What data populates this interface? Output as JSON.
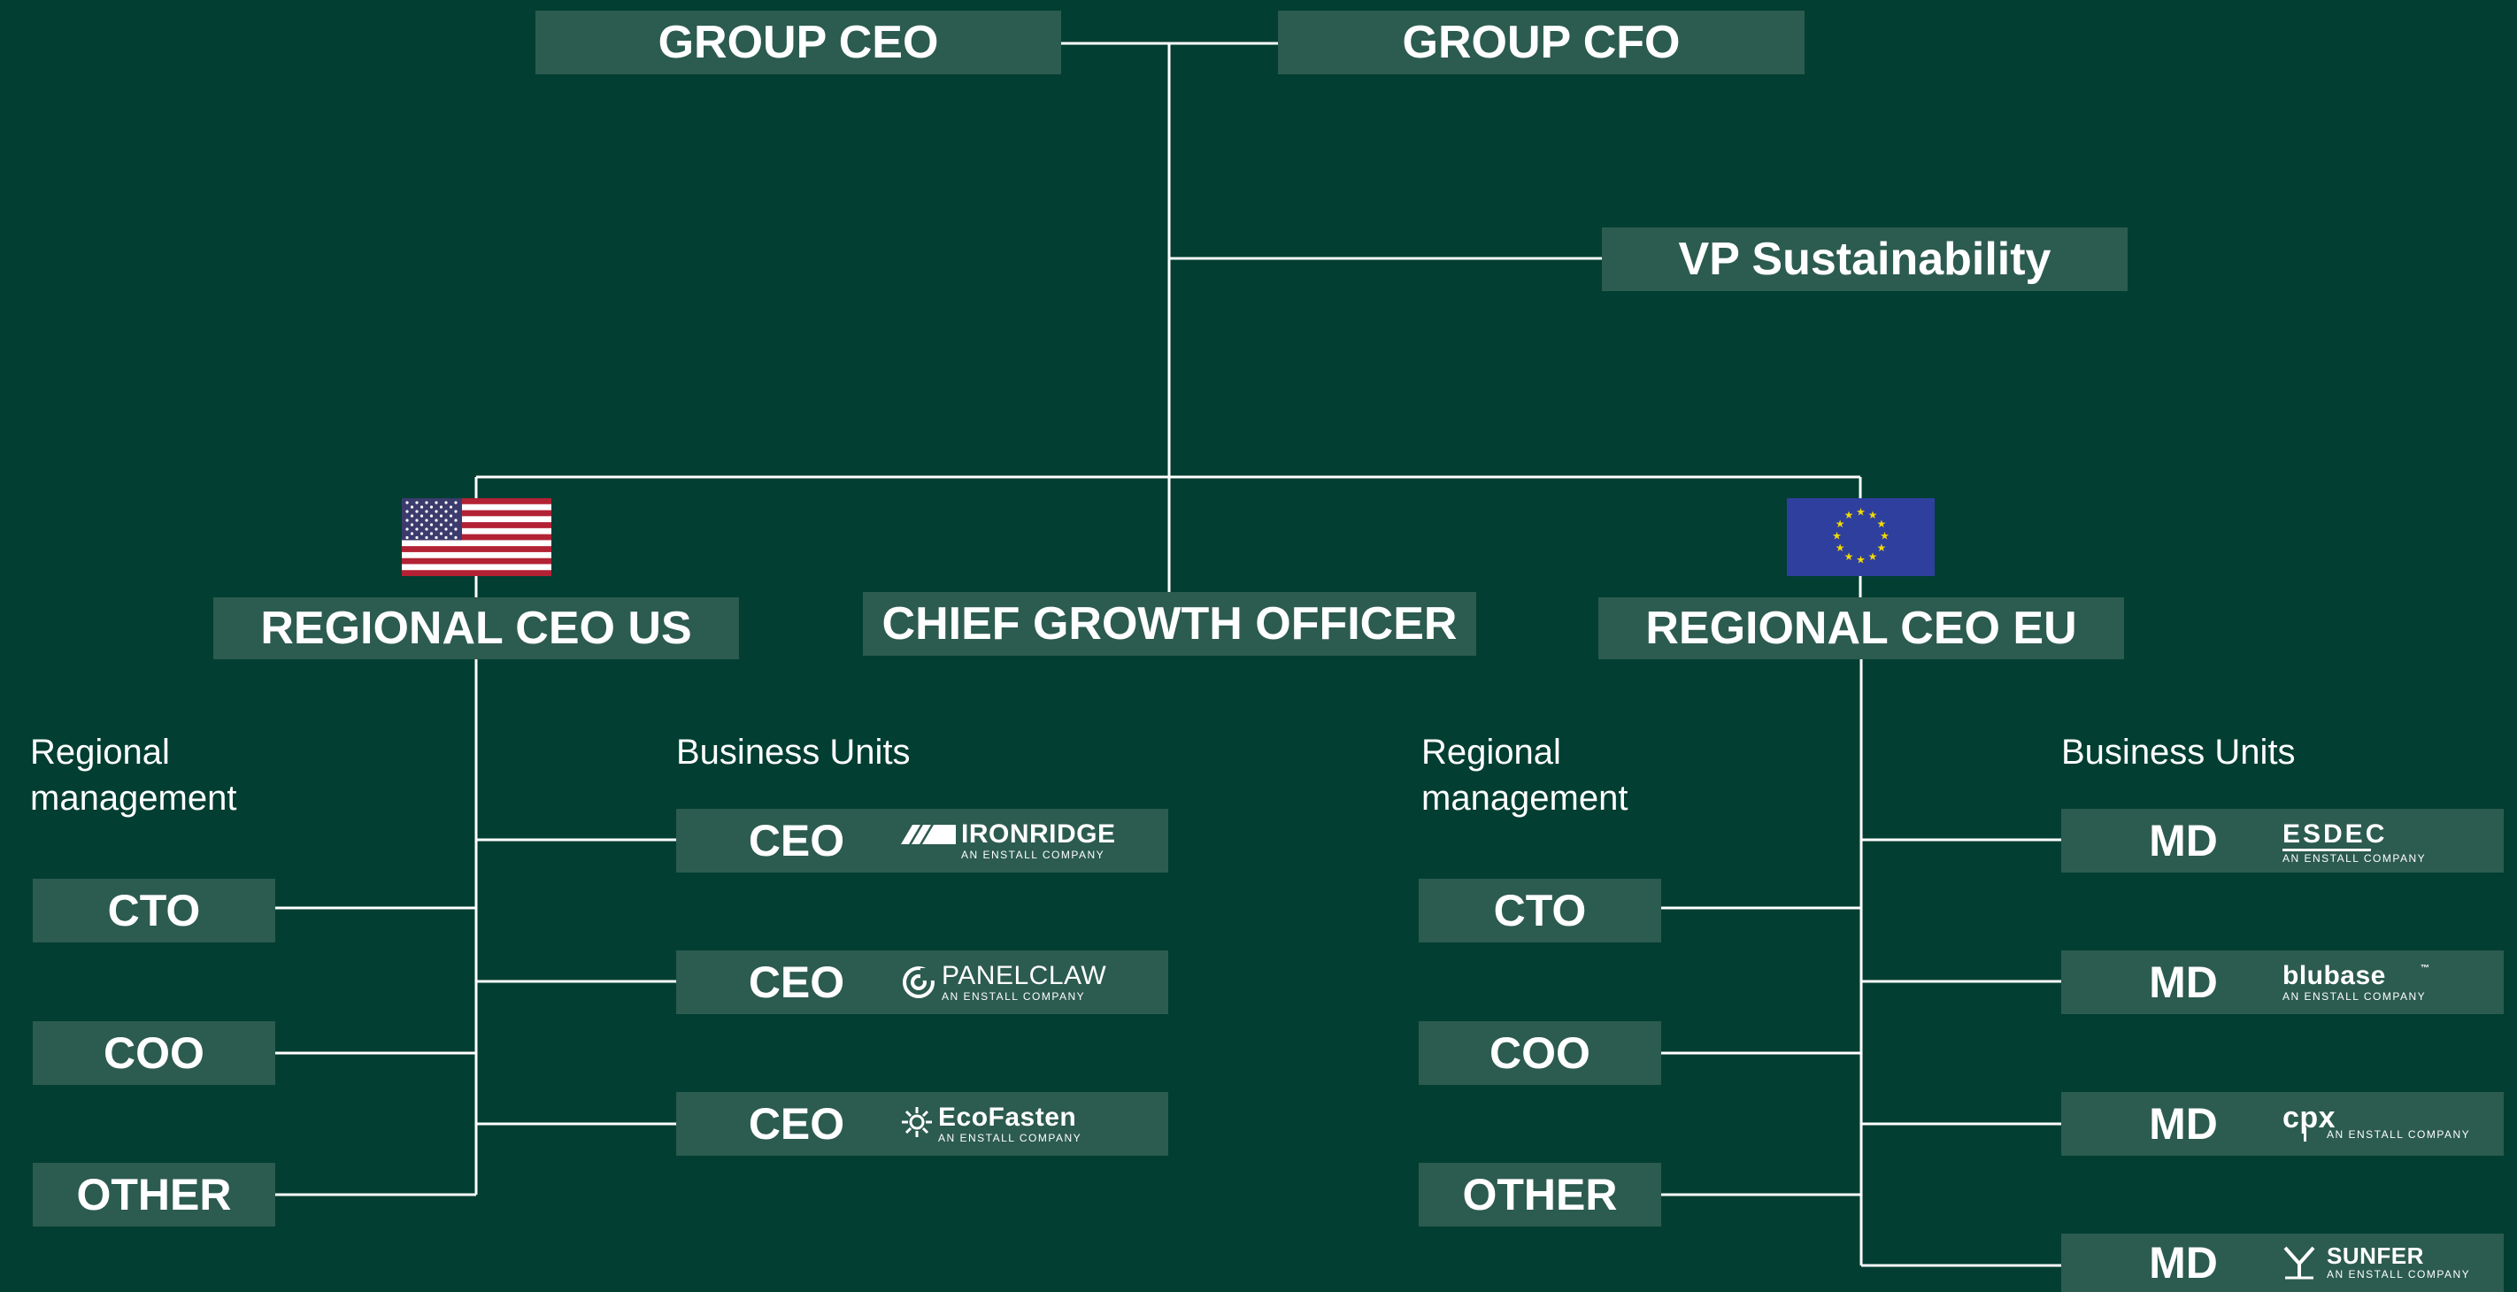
{
  "colors": {
    "background": "#023e32",
    "box": "#2c5b4f",
    "line": "#ffffff",
    "text": "#ffffff"
  },
  "top": {
    "group_ceo": "GROUP CEO",
    "group_cfo": "GROUP CFO",
    "vp_sustainability": "VP Sustainability",
    "chief_growth_officer": "CHIEF GROWTH OFFICER"
  },
  "us": {
    "title": "REGIONAL CEO US",
    "flag_icon": "us-flag-icon",
    "regional_management_label": "Regional\nmanagement",
    "business_units_label": "Business Units",
    "management": [
      "CTO",
      "COO",
      "OTHER"
    ],
    "units": [
      {
        "role": "CEO",
        "logo": "IRONRIDGE",
        "logo_mark": "ironridge-logo-icon",
        "tagline": "AN ENSTALL COMPANY"
      },
      {
        "role": "CEO",
        "logo": "PANELCLAW",
        "logo_mark": "panelclaw-logo-icon",
        "tagline": "AN ENSTALL COMPANY"
      },
      {
        "role": "CEO",
        "logo": "EcoFasten",
        "logo_mark": "ecofasten-logo-icon",
        "tagline": "AN ENSTALL COMPANY"
      }
    ]
  },
  "eu": {
    "title": "REGIONAL CEO EU",
    "flag_icon": "eu-flag-icon",
    "regional_management_label": "Regional\nmanagement",
    "business_units_label": "Business Units",
    "management": [
      "CTO",
      "COO",
      "OTHER"
    ],
    "units": [
      {
        "role": "MD",
        "logo": "ESDEC",
        "logo_mark": "esdec-logo-icon",
        "tagline": "AN ENSTALL COMPANY"
      },
      {
        "role": "MD",
        "logo": "blubase",
        "logo_mark": "blubase-logo-icon",
        "tagline": "AN ENSTALL COMPANY"
      },
      {
        "role": "MD",
        "logo": "cpx",
        "logo_mark": "cpx-logo-icon",
        "tagline": "AN ENSTALL COMPANY"
      },
      {
        "role": "MD",
        "logo": "SUNFER",
        "logo_mark": "sunfer-logo-icon",
        "tagline": "AN ENSTALL COMPANY"
      }
    ]
  }
}
